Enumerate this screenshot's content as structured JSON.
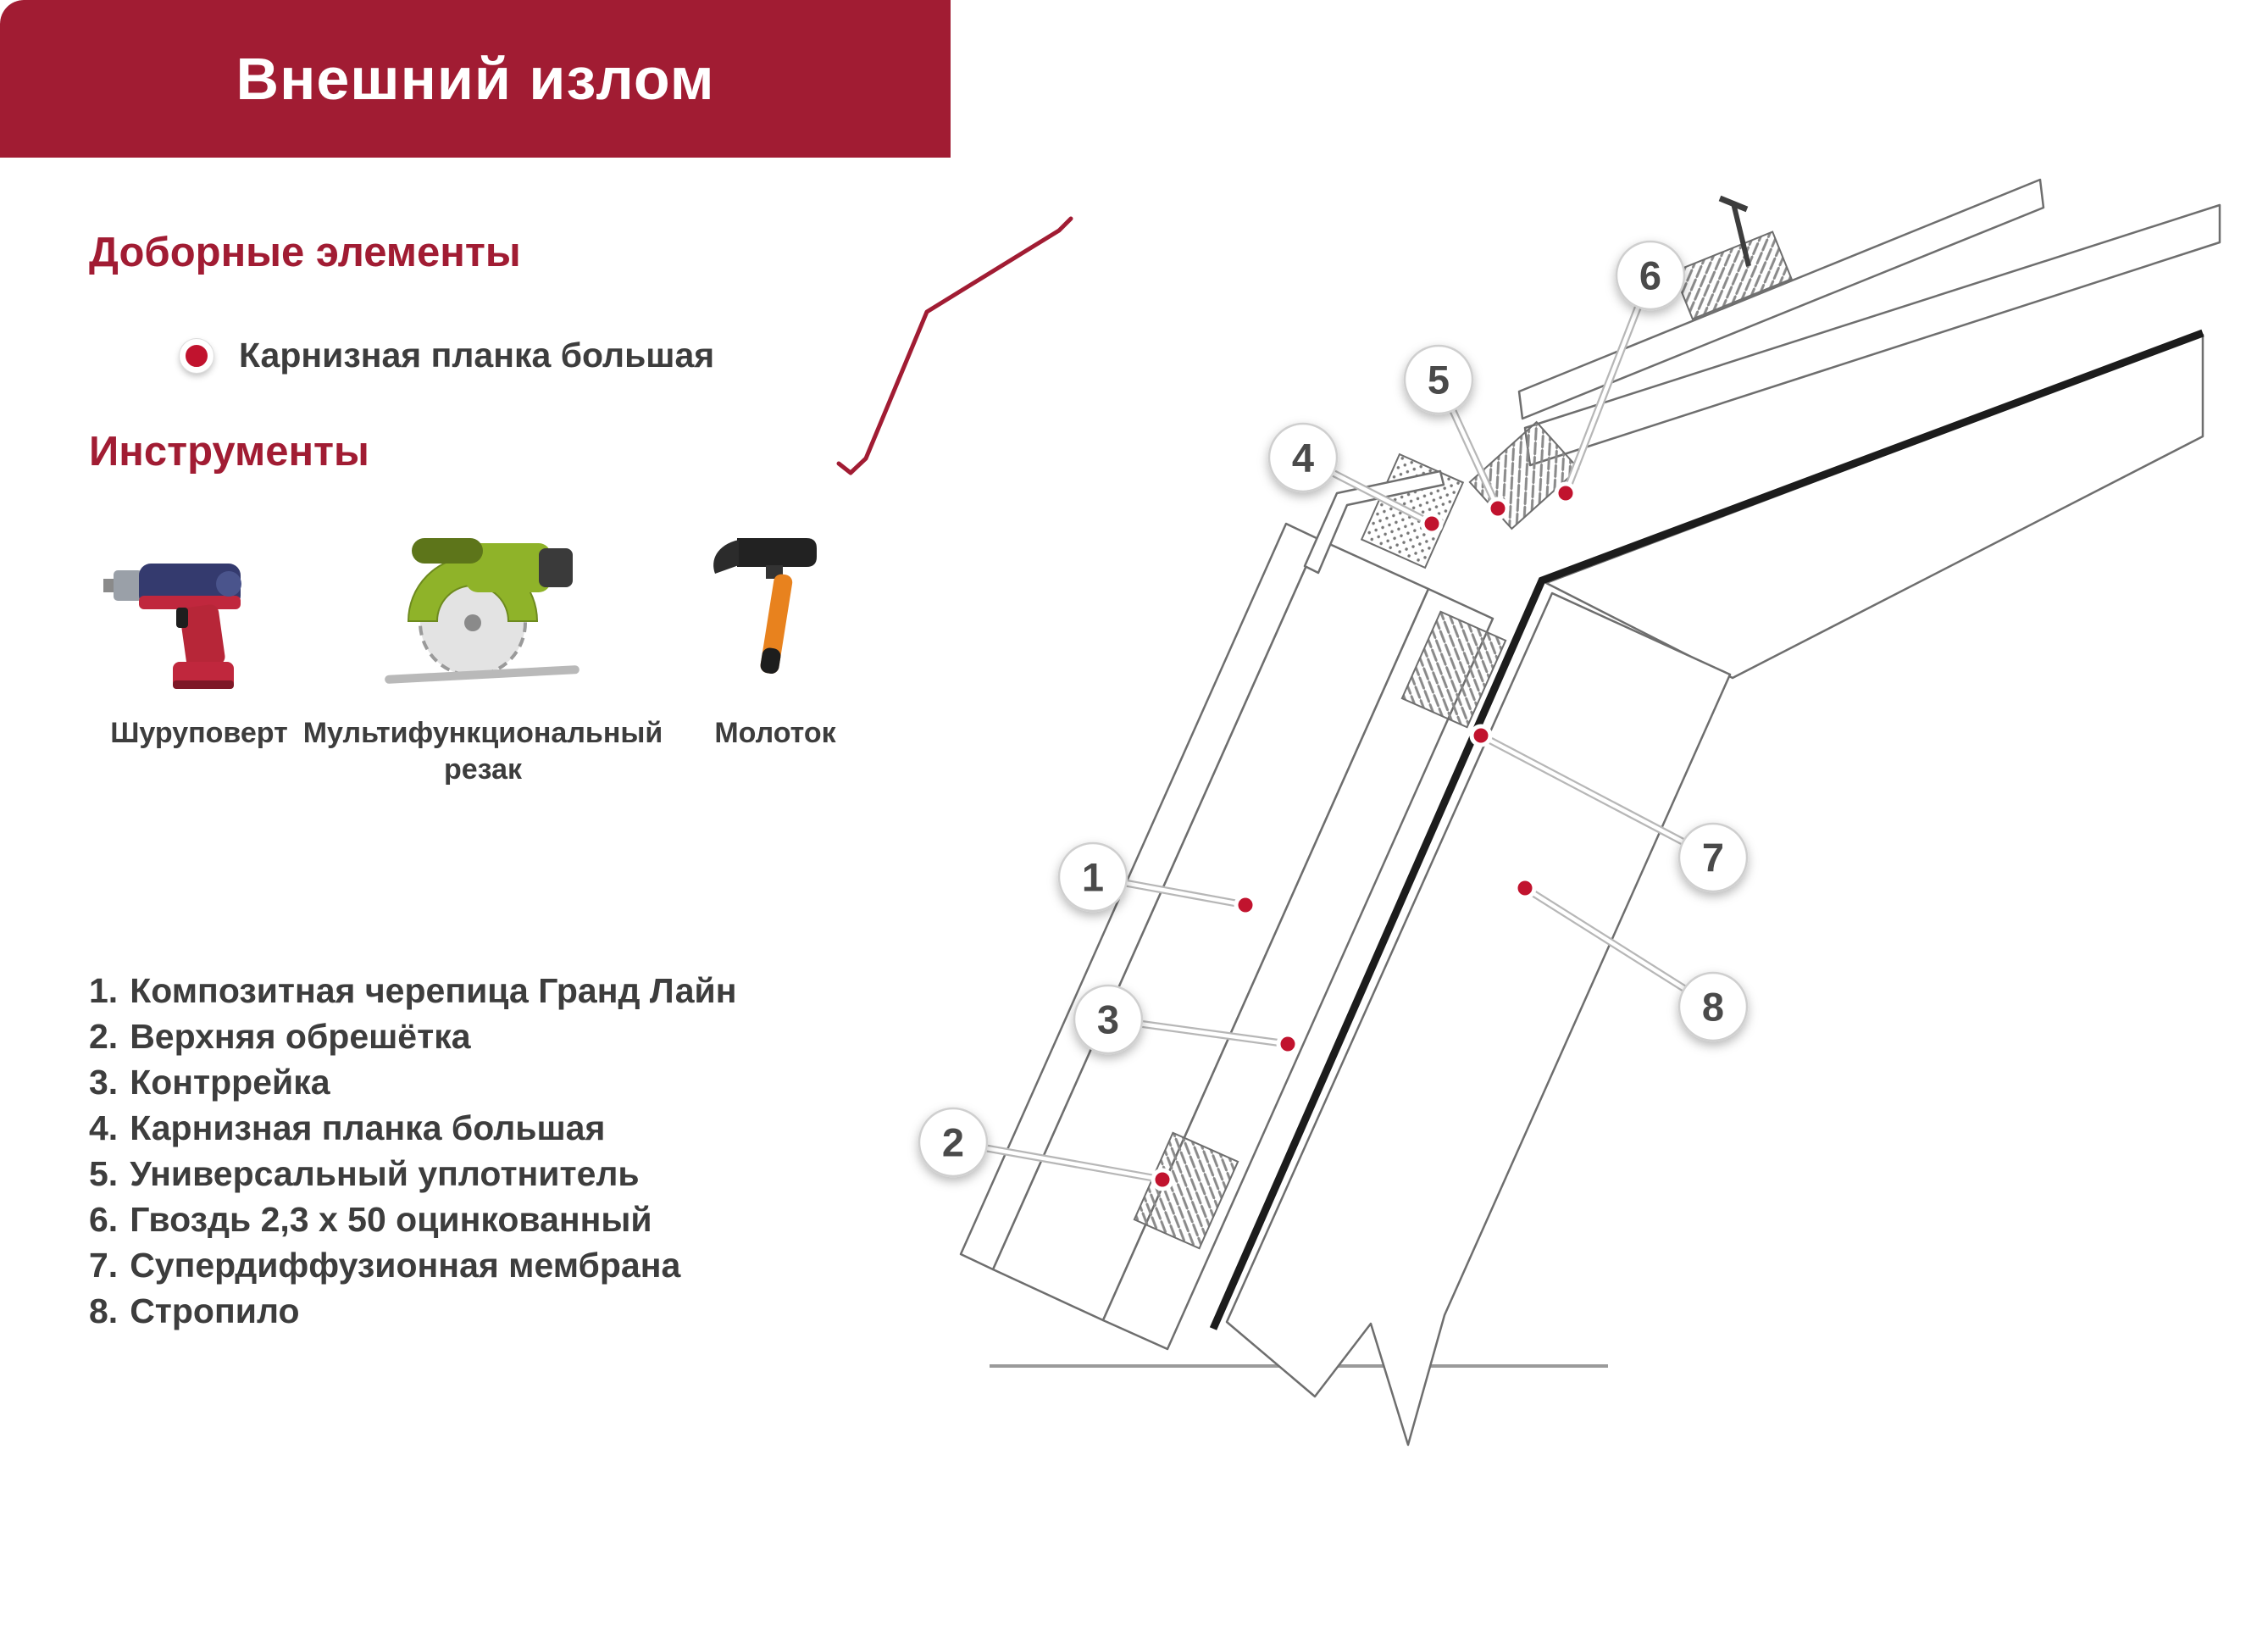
{
  "banner": {
    "title": "Внешний излом"
  },
  "accessories": {
    "heading": "Доборные элементы",
    "items": [
      {
        "label": "Карнизная планка большая"
      }
    ]
  },
  "tools": {
    "heading": "Инструменты",
    "items": [
      {
        "name": "Шуруповерт",
        "icon": "drill-icon"
      },
      {
        "name": "Мультифункциональный резак",
        "icon": "circular-saw-icon"
      },
      {
        "name": "Молоток",
        "icon": "hammer-icon"
      }
    ]
  },
  "legend": {
    "items": [
      {
        "number": "1.",
        "label": "Композитная черепица Гранд Лайн"
      },
      {
        "number": "2.",
        "label": "Верхняя обрешётка"
      },
      {
        "number": "3.",
        "label": "Контррейка"
      },
      {
        "number": "4.",
        "label": "Карнизная планка большая"
      },
      {
        "number": "5.",
        "label": "Универсальный уплотнитель"
      },
      {
        "number": "6.",
        "label": "Гвоздь 2,3 х 50 оцинкованный"
      },
      {
        "number": "7.",
        "label": "Супердиффузионная мембрана"
      },
      {
        "number": "8.",
        "label": "Стропило"
      }
    ]
  },
  "diagram": {
    "callouts": [
      {
        "number": "1"
      },
      {
        "number": "2"
      },
      {
        "number": "3"
      },
      {
        "number": "4"
      },
      {
        "number": "5"
      },
      {
        "number": "6"
      },
      {
        "number": "7"
      },
      {
        "number": "8"
      }
    ]
  },
  "colors": {
    "accent": "#A11C33",
    "marker_dot": "#C1132E",
    "text": "#3D3D3D",
    "line": "#6E6E6E",
    "membrane": "#1C1C1C"
  }
}
